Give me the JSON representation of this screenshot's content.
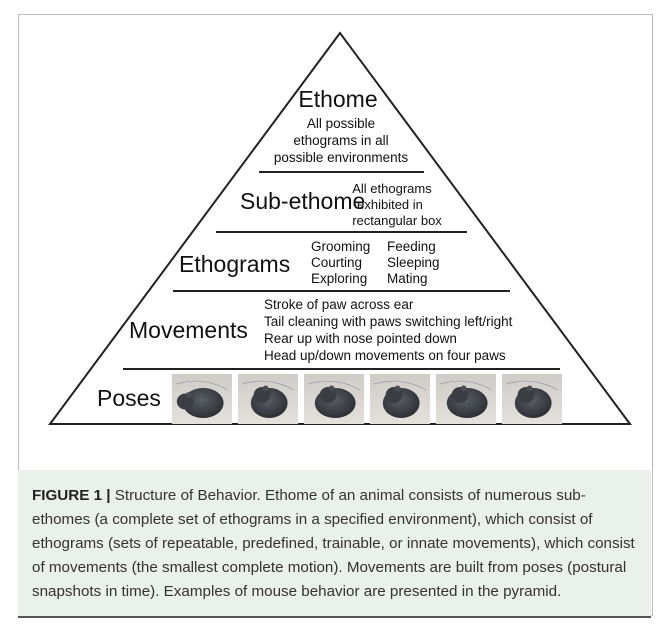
{
  "pyramid": {
    "levels": [
      {
        "title": "Ethome",
        "lines": [
          "All possible",
          "ethograms in all",
          "possible environments"
        ]
      },
      {
        "title": "Sub-ethome",
        "lines": [
          "All ethograms",
          "exhibited in",
          "rectangular box"
        ]
      },
      {
        "title": "Ethograms",
        "col1": [
          "Grooming",
          "Courting",
          "Exploring"
        ],
        "col2": [
          "Feeding",
          "Sleeping",
          "Mating"
        ]
      },
      {
        "title": "Movements",
        "lines": [
          "Stroke of paw across ear",
          "Tail cleaning with paws switching left/right",
          "Rear up with nose pointed down",
          "Head up/down movements on four paws"
        ]
      },
      {
        "title": "Poses",
        "photo_count": 6,
        "photo_subject": "mouse-pose-photo"
      }
    ]
  },
  "caption": {
    "label": "FIGURE 1 |",
    "text": " Structure of Behavior. Ethome of an animal consists of numerous sub-ethomes (a complete set of ethograms in a specified environment), which consist of ethograms (sets of repeatable, predefined, trainable, or innate movements), which consist of movements (the smallest complete motion). Movements are built from poses (postural snapshots in time). Examples of mouse behavior are presented in the pyramid."
  },
  "colors": {
    "caption_bg": "#eaf0ea",
    "outline": "#222222",
    "mouse": "#3a3d42"
  }
}
